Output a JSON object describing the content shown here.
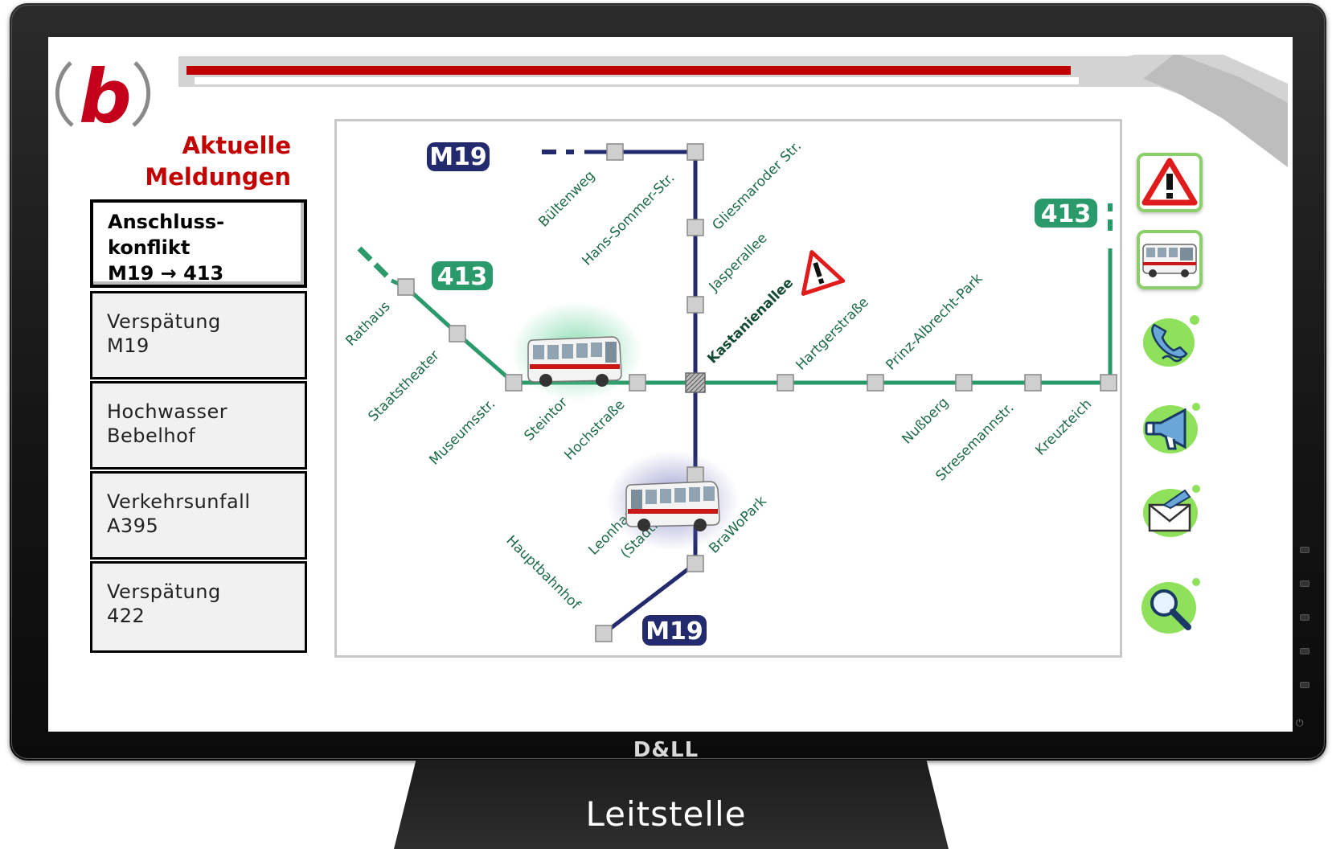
{
  "brand": "D&LL",
  "stand_label": "Leitstelle",
  "sidebar": {
    "title_line1": "Aktuelle",
    "title_line2": "Meldungen",
    "messages": [
      {
        "line1": "Anschluss-",
        "line2": "konflikt",
        "line3": "M19 → 413",
        "active": true
      },
      {
        "line1": "Verspätung",
        "line2": "M19"
      },
      {
        "line1": "Hochwasser",
        "line2": "Bebelhof"
      },
      {
        "line1": "Verkehrsunfall",
        "line2": "A395"
      },
      {
        "line1": "Verspätung",
        "line2": "422"
      }
    ]
  },
  "map": {
    "line_badges": {
      "m19_top": "M19",
      "m19_bottom": "M19",
      "l413_left": "413",
      "l413_right": "413"
    },
    "stops": {
      "rathaus": "Rathaus",
      "staatstheater": "Staatstheater",
      "museumsstr": "Museumsstr.",
      "steintor": "Steintor",
      "hochstrasse": "Hochstraße",
      "kastanienallee": "Kastanienallee",
      "hartgerstrasse": "Hartgerstraße",
      "prinz_albrecht_park": "Prinz-Albrecht-Park",
      "nussberg": "Nußberg",
      "stresemannstr": "Stresemannstr.",
      "kreuzteich": "Kreuzteich",
      "bueltenweg": "Bültenweg",
      "hans_sommer_str": "Hans-Sommer-Str.",
      "gliesmaroder_str": "Gliesmaroder Str.",
      "jasperallee": "Jasperallee",
      "leonhardplatz": "Leonhar",
      "stadthalle": "(Stadth",
      "brawopark": "BraWoPark",
      "hauptbahnhof": "Hauptbahnhof"
    },
    "colors": {
      "m19": "#232a6e",
      "l413": "#2a9a6b",
      "warning": "#e01b1b"
    }
  },
  "tools": [
    {
      "icon": "warning-icon"
    },
    {
      "icon": "bus-icon"
    },
    {
      "icon": "phone-icon"
    },
    {
      "icon": "megaphone-icon"
    },
    {
      "icon": "mail-icon"
    },
    {
      "icon": "search-icon"
    }
  ]
}
